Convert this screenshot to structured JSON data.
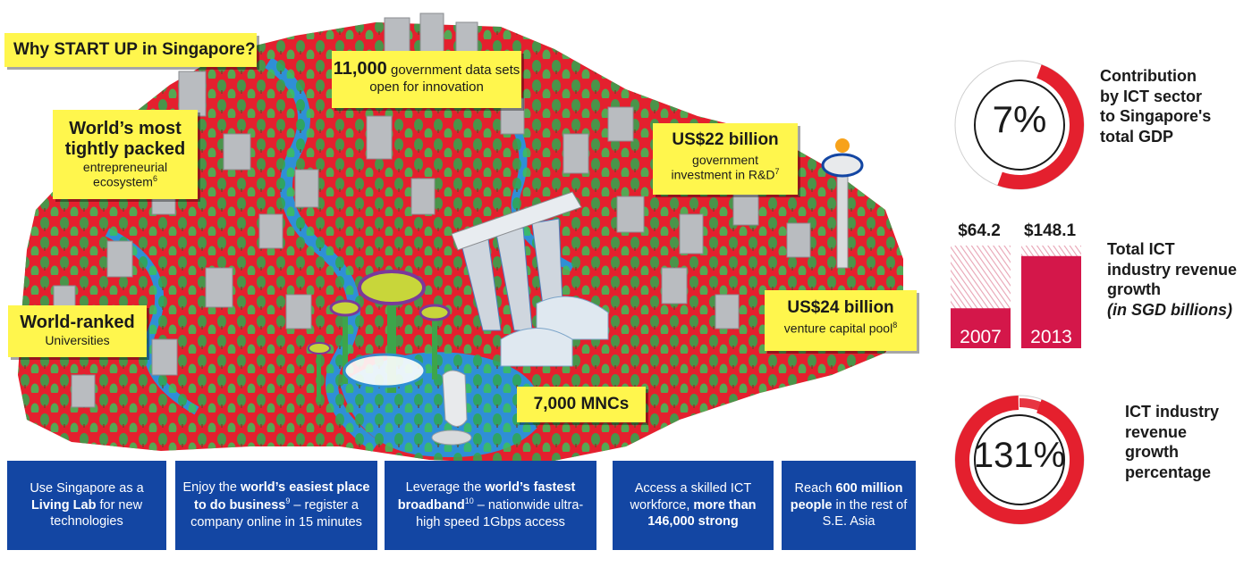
{
  "title": "Why START UP in Singapore?",
  "callouts": {
    "data_sets": {
      "big": "11,000",
      "text": "government data sets open for innovation"
    },
    "packed": {
      "big_1": "World’s most",
      "big_2": "tightly packed",
      "text_1": "entrepreneurial",
      "text_2": "ecosystem",
      "ref": "6"
    },
    "rd": {
      "big": "US$22 billion",
      "text_1": "government",
      "text_2": "investment in R&D",
      "ref": "7"
    },
    "universities": {
      "big": "World-ranked",
      "text": "Universities"
    },
    "vc": {
      "big": "US$24 billion",
      "text": "venture capital pool",
      "ref": "8"
    },
    "mnc": {
      "big": "7,000 MNCs"
    }
  },
  "bottom_boxes": [
    {
      "pre": "Use Singapore as a",
      "bold": "Living Lab",
      "post": "for new technologies"
    },
    {
      "pre": "Enjoy the",
      "bold": "world’s easiest place to do business",
      "ref": "9",
      "post": "– register a company online in 15 minutes"
    },
    {
      "pre": "Leverage the",
      "bold": "world’s fastest broadband",
      "ref": "10",
      "post": "– nationwide ultra-high speed 1Gbps access"
    },
    {
      "pre": "Access a skilled ICT workforce,",
      "bold": "more than 146,000 strong",
      "post": ""
    },
    {
      "pre": "Reach",
      "bold": "600 million people",
      "post": "in the rest of S.E. Asia"
    }
  ],
  "stats": {
    "gdp": {
      "value": "7%",
      "fraction": 0.07,
      "label_1": "Contribution",
      "label_2": "by ICT sector",
      "label_3": "to Singapore's",
      "label_4": "total GDP"
    },
    "growth": {
      "value": "131%",
      "fraction": 1.31,
      "label_1": "ICT industry",
      "label_2": "revenue",
      "label_3": "growth",
      "label_4": "percentage"
    }
  },
  "chart_data": {
    "type": "bar",
    "categories": [
      "2007",
      "2013"
    ],
    "values": [
      64.2,
      148.1
    ],
    "value_labels": [
      "$64.2",
      "$148.1"
    ],
    "title_1": "Total ICT",
    "title_2": "industry revenue",
    "title_3": "growth",
    "subtitle": "(in SGD billions)"
  },
  "colors": {
    "yellow": "#fff64d",
    "red": "#e4202e",
    "crimson": "#d4174a",
    "blue": "#1346a3",
    "water": "#2f8fd6",
    "tree": "#2fa84f",
    "building": "#b9bcc0"
  }
}
